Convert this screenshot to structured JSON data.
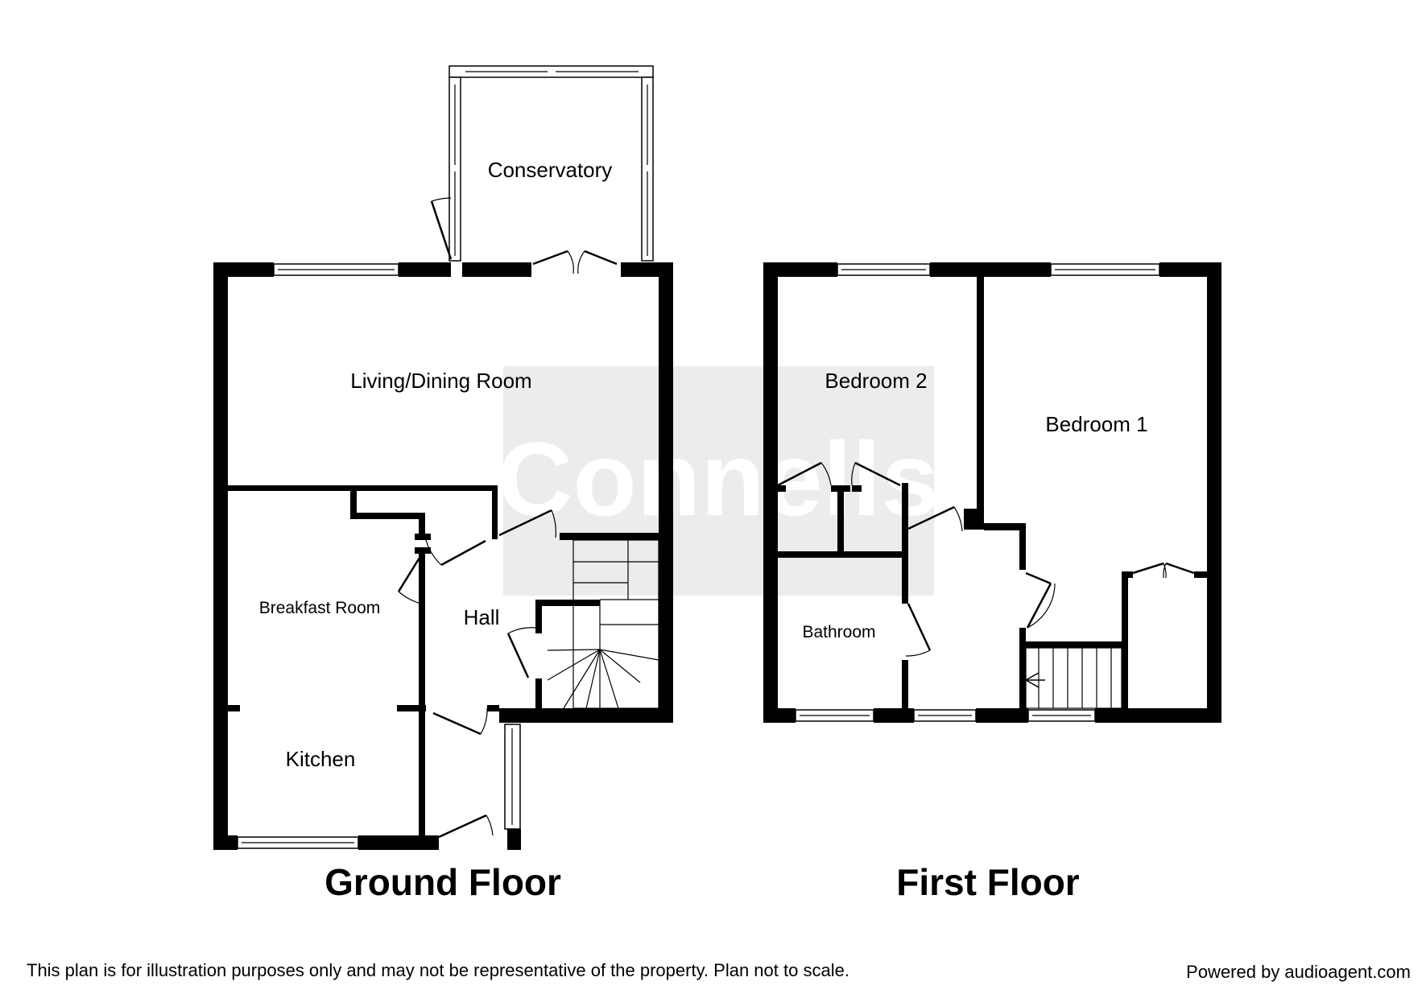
{
  "watermark": {
    "text": "Connells"
  },
  "ground_floor": {
    "title": "Ground Floor",
    "rooms": {
      "conservatory": "Conservatory",
      "living_dining": "Living/Dining Room",
      "breakfast": "Breakfast Room",
      "hall": "Hall",
      "kitchen": "Kitchen"
    }
  },
  "first_floor": {
    "title": "First Floor",
    "rooms": {
      "bedroom2": "Bedroom 2",
      "bedroom1": "Bedroom 1",
      "bathroom": "Bathroom"
    }
  },
  "footer": {
    "disclaimer": "This plan is for illustration purposes only and may not be representative of the property. Plan not to scale.",
    "credit": "Powered by audioagent.com"
  }
}
